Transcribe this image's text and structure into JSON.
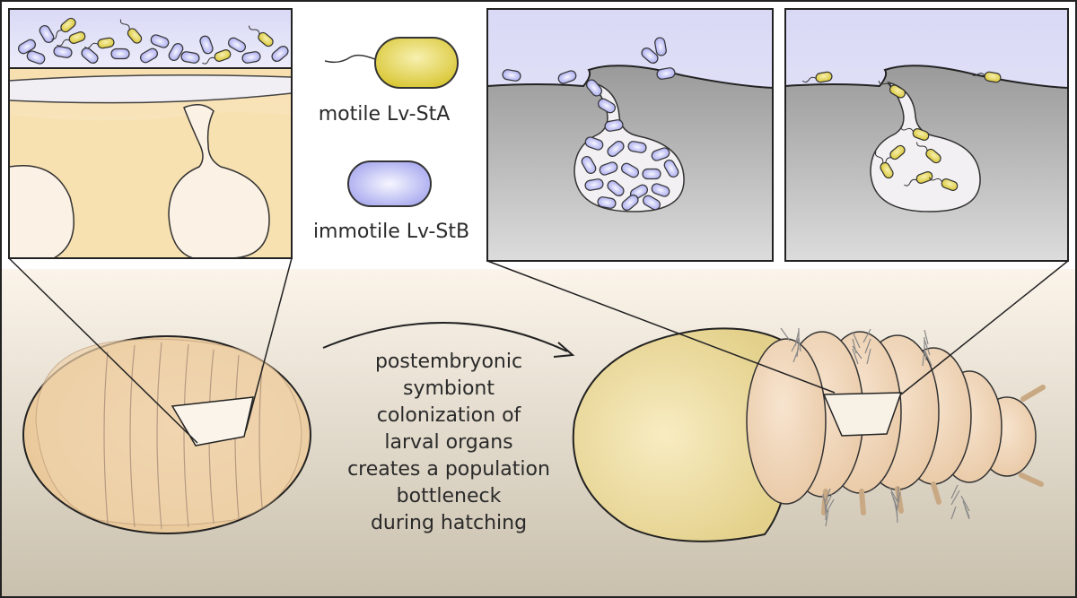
{
  "legend": {
    "motile": {
      "label": "motile Lv-StA",
      "color": "#e5d44a"
    },
    "immotile": {
      "label": "immotile Lv-StB",
      "color": "#b5b6f2"
    }
  },
  "caption": {
    "lines": [
      "postembryonic",
      "symbiont",
      "colonization of",
      "larval organs",
      "creates a population",
      "bottleneck",
      "during hatching"
    ]
  },
  "colors": {
    "outline": "#222222",
    "egg_fill": "#f5dcb2",
    "egg_tissue": "#f8e3b8",
    "larva_gray": "#9f9f9f",
    "sky": "#dcdcf6"
  }
}
